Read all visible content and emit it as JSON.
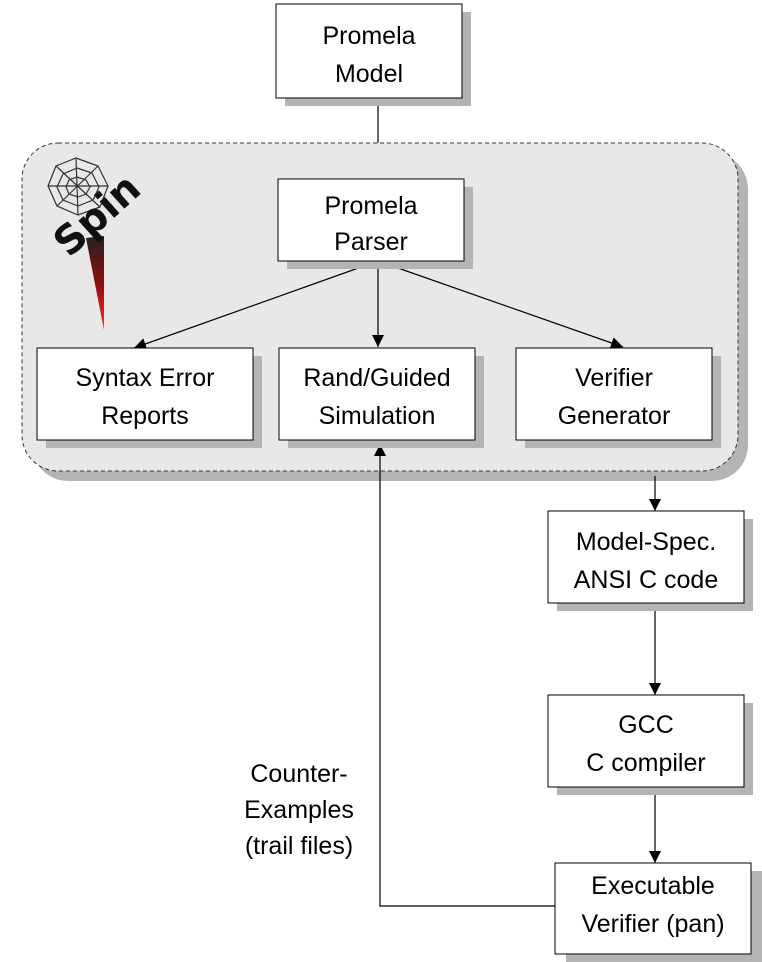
{
  "boxes": {
    "promela_model": {
      "line1": "Promela",
      "line2": "Model"
    },
    "promela_parser": {
      "line1": "Promela",
      "line2": "Parser"
    },
    "syntax_error": {
      "line1": "Syntax Error",
      "line2": "Reports"
    },
    "simulation": {
      "line1": "Rand/Guided",
      "line2": "Simulation"
    },
    "verifier_gen": {
      "line1": "Verifier",
      "line2": "Generator"
    },
    "model_spec": {
      "line1": "Model-Spec.",
      "line2": "ANSI C code"
    },
    "gcc": {
      "line1": "GCC",
      "line2": "C compiler"
    },
    "executable": {
      "line1": "Executable",
      "line2": "Verifier (pan)"
    }
  },
  "counter_label": {
    "line1": "Counter-",
    "line2": "Examples",
    "line3": "(trail files)"
  },
  "logo": {
    "text": "Spin"
  },
  "colors": {
    "group_fill": "#e8e8e8",
    "shadow": "#b4b4b4",
    "box_fill": "#ffffff",
    "stroke": "#000000",
    "logo_red": "#cc1111"
  }
}
